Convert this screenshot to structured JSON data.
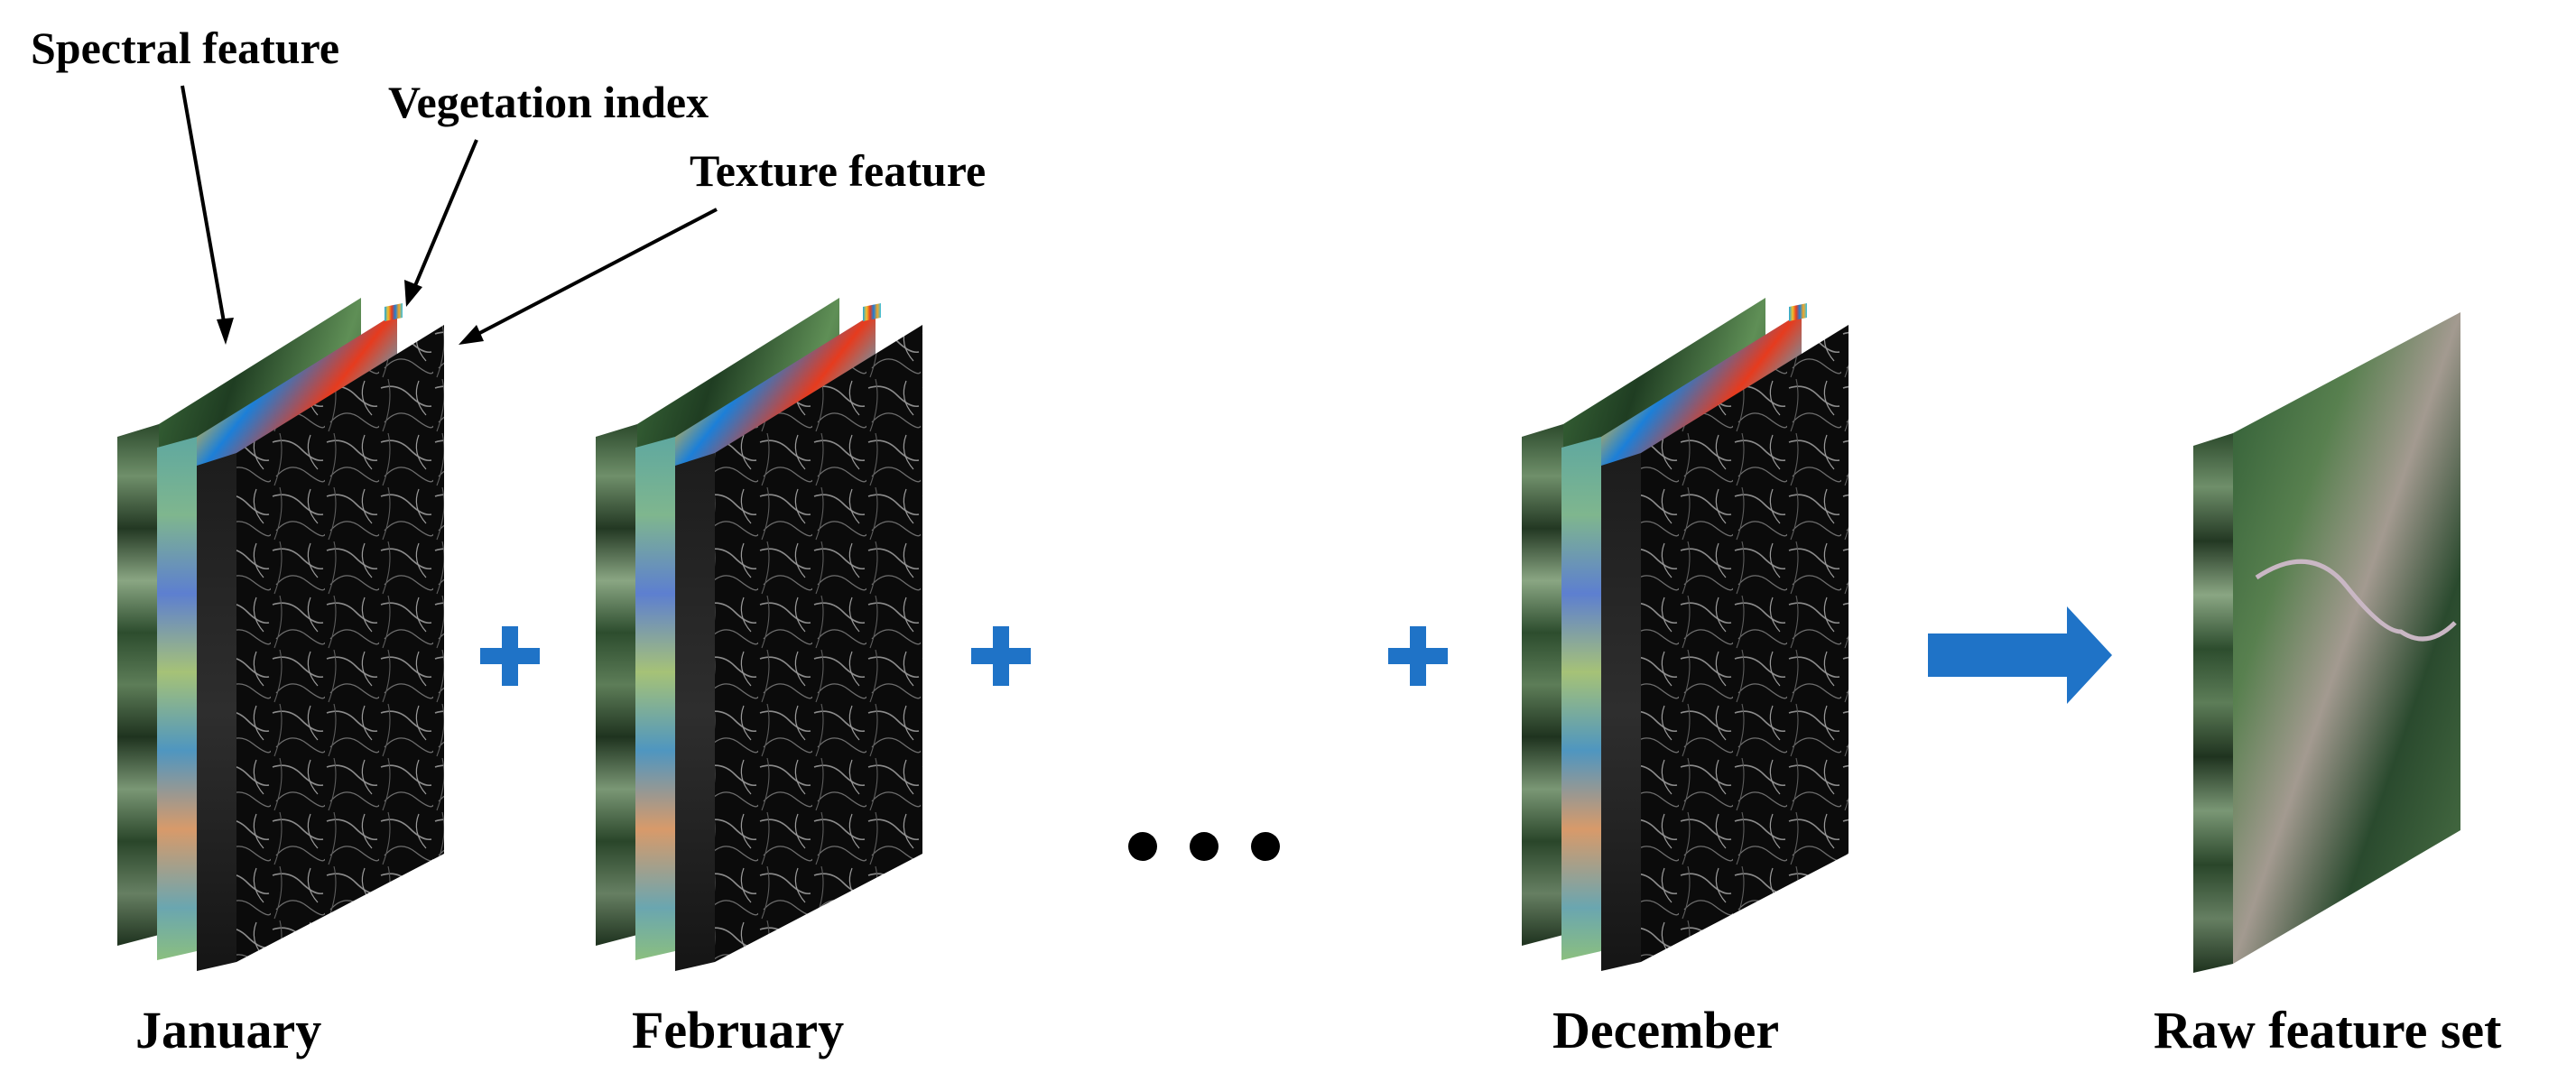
{
  "labels": {
    "spectral_feature": "Spectral feature",
    "vegetation_index": "Vegetation index",
    "texture_feature": "Texture feature"
  },
  "months": [
    {
      "name": "January"
    },
    {
      "name": "February"
    },
    {
      "name": "December"
    }
  ],
  "output": {
    "name": "Raw feature set"
  },
  "colors": {
    "accent": "#1f73c7",
    "texture_face": "#0b0b0b",
    "vegetation_hot": "#e63b1e",
    "vegetation_mid": "#f2c12e",
    "vegetation_cool": "#1aa7e0",
    "spectral_green": "#2f6a34"
  }
}
